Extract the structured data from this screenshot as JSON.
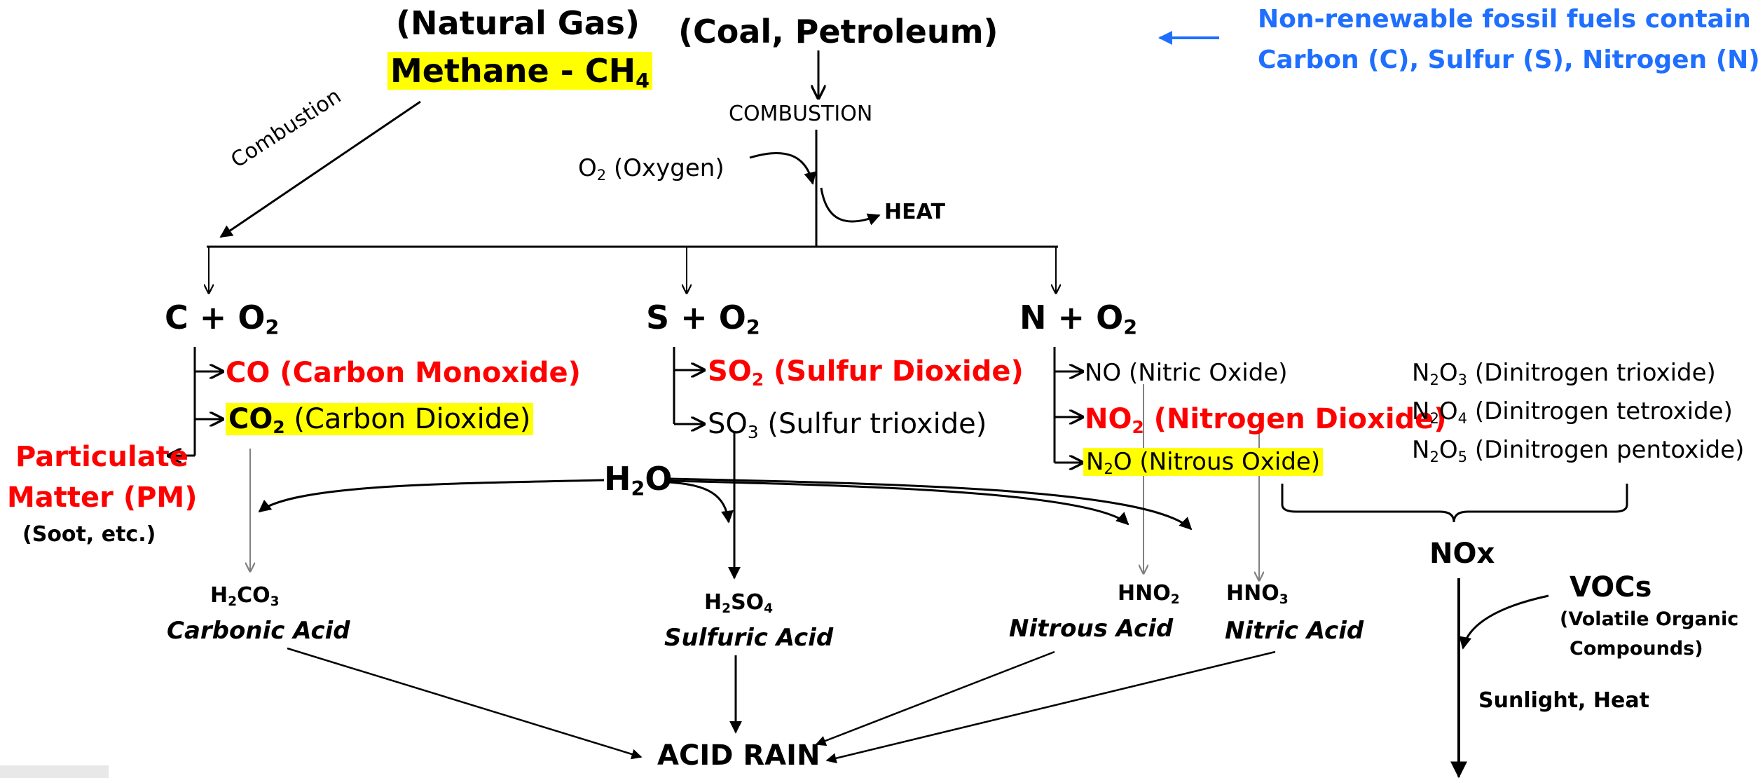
{
  "sources": {
    "natural_gas": "(Natural Gas)",
    "methane_label": "Methane - CH",
    "methane_sub": "4",
    "coal_petroleum": "(Coal, Petroleum)",
    "combustion_center": "COMBUSTION",
    "combustion_diagonal": "Combustion",
    "oxygen_o": "O",
    "oxygen_sub": "2",
    "oxygen_text": " (Oxygen)",
    "heat": "HEAT"
  },
  "note": {
    "line1": "Non-renewable fossil fuels contain",
    "line2": "Carbon (C), Sulfur (S), Nitrogen (N)"
  },
  "carbon": {
    "reaction": "C + O",
    "reaction_sub": "2",
    "co": "CO (Carbon Monoxide)",
    "co2_main": "CO",
    "co2_sub": "2",
    "co2_name": " (Carbon Dioxide)",
    "pm_line1": "Particulate",
    "pm_line2": "Matter (PM)",
    "pm_line3": "(Soot, etc.)",
    "acid_formula": "H",
    "acid_formula_sub1": "2",
    "acid_formula_mid": "CO",
    "acid_formula_sub2": "3",
    "acid_name": "Carbonic Acid"
  },
  "sulfur": {
    "reaction": "S + O",
    "reaction_sub": "2",
    "so2_main": "SO",
    "so2_sub": "2",
    "so2_name": " (Sulfur Dioxide)",
    "so3_main": "SO",
    "so3_sub": "3",
    "so3_name": " (Sulfur trioxide)",
    "acid_formula": "H",
    "acid_formula_sub1": "2",
    "acid_formula_mid": "SO",
    "acid_formula_sub2": "4",
    "acid_name": "Sulfuric Acid"
  },
  "nitrogen": {
    "reaction": "N + O",
    "reaction_sub": "2",
    "no": "NO (Nitric Oxide)",
    "no2_main": "NO",
    "no2_sub": "2",
    "no2_name": " (Nitrogen Dioxide)",
    "n2o_n": "N",
    "n2o_sub": "2",
    "n2o_rest": "O (Nitrous Oxide)",
    "n2o3_n": "N",
    "n2o3_sub1": "2",
    "n2o3_o": "O",
    "n2o3_sub2": "3",
    "n2o3_name": " (Dinitrogen trioxide)",
    "n2o4_n": "N",
    "n2o4_sub1": "2",
    "n2o4_o": "O",
    "n2o4_sub2": "4",
    "n2o4_name": " (Dinitrogen tetroxide)",
    "n2o5_n": "N",
    "n2o5_sub1": "2",
    "n2o5_o": "O",
    "n2o5_sub2": "5",
    "n2o5_name": " (Dinitrogen pentoxide)",
    "hno2_main": "HNO",
    "hno2_sub": "2",
    "hno2_name": "Nitrous Acid",
    "hno3_main": "HNO",
    "hno3_sub": "3",
    "hno3_name": "Nitric Acid"
  },
  "water": {
    "h": "H",
    "sub": "2",
    "o": "O"
  },
  "nox": {
    "label": "NOx",
    "vocs": "VOCs",
    "vocs_desc1": "(Volatile Organic",
    "vocs_desc2": "Compounds)",
    "sunlight": "Sunlight, Heat"
  },
  "result": {
    "acid_rain": "ACID RAIN"
  },
  "colors": {
    "red": "#ff0000",
    "highlight": "#ffff00",
    "blue_note": "#1f6fff",
    "grey_arrow": "#808080"
  }
}
